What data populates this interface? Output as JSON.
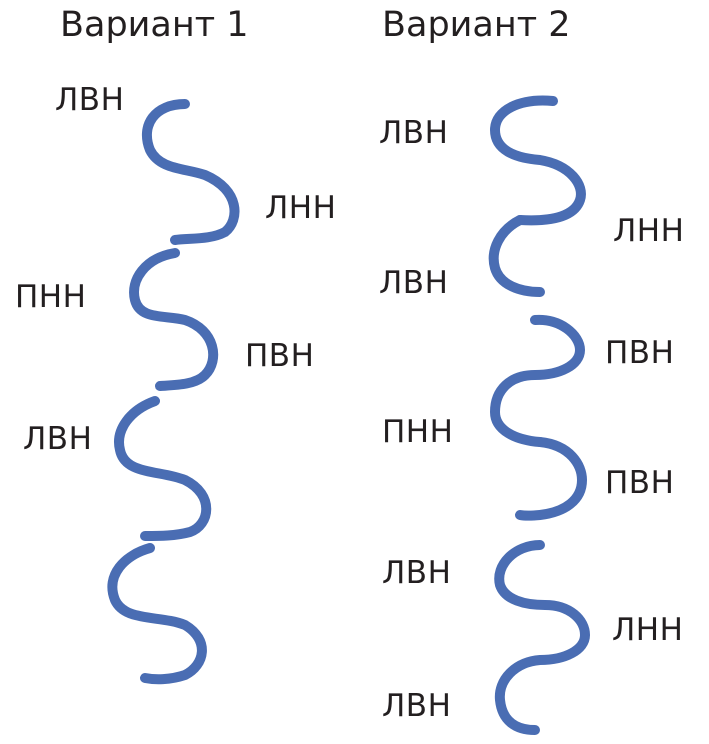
{
  "colors": {
    "curve": "#4a6db3",
    "text": "#231f20",
    "background": "#ffffff"
  },
  "variant1": {
    "title": "Вариант 1",
    "labels": [
      "ЛВН",
      "ЛНН",
      "ПНН",
      "ПВН",
      "ЛВН"
    ]
  },
  "variant2": {
    "title": "Вариант 2",
    "labels": [
      "ЛВН",
      "ЛНН",
      "ЛВН",
      "ПВН",
      "ПНН",
      "ПВН",
      "ЛВН",
      "ЛНН",
      "ЛВН"
    ]
  }
}
